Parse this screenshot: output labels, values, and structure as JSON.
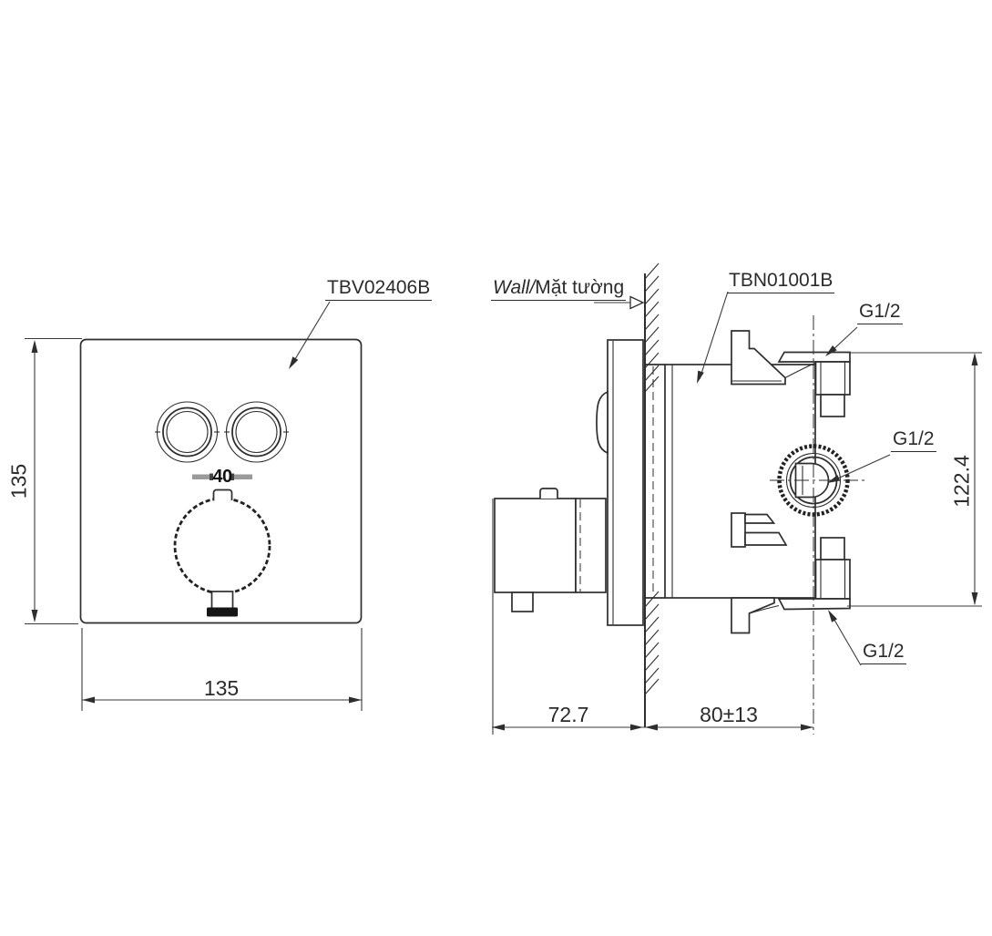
{
  "drawing": {
    "front_view": {
      "part_code": "TBV02406B",
      "height_mm": "135",
      "width_mm": "135",
      "dial_value": "40"
    },
    "side_view": {
      "wall_label_en": "Wall/",
      "wall_label_vi": "Mặt tường",
      "valve_code": "TBN01001B",
      "port_top": "G1/2",
      "port_mid": "G1/2",
      "port_bottom": "G1/2",
      "height_mm": "122.4",
      "trim_depth_mm": "72.7",
      "embed_depth_mm": "80±13"
    },
    "colors": {
      "line": "#2e2e2e",
      "dash_gray": "#9a9a9a"
    }
  }
}
